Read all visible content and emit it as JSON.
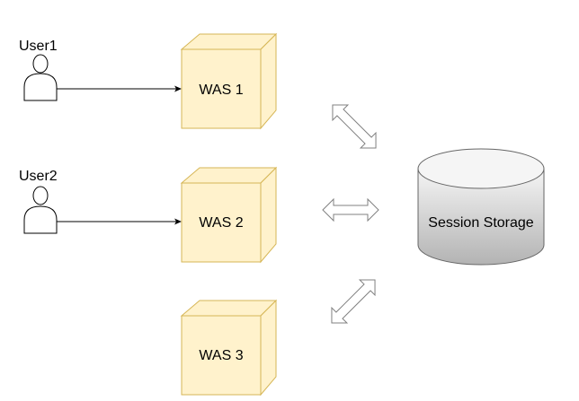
{
  "users": [
    {
      "label": "User1"
    },
    {
      "label": "User2"
    }
  ],
  "servers": [
    {
      "label": "WAS 1"
    },
    {
      "label": "WAS 2"
    },
    {
      "label": "WAS 3"
    }
  ],
  "storage": {
    "label": "Session Storage"
  },
  "colors": {
    "box_fill": "#fff2cc",
    "box_stroke": "#d6b656",
    "storage_top": "#f5f5f5",
    "storage_bottom": "#b3b3b3",
    "storage_stroke": "#666666",
    "arrow_stroke": "#808080",
    "user_stroke": "#000000"
  }
}
